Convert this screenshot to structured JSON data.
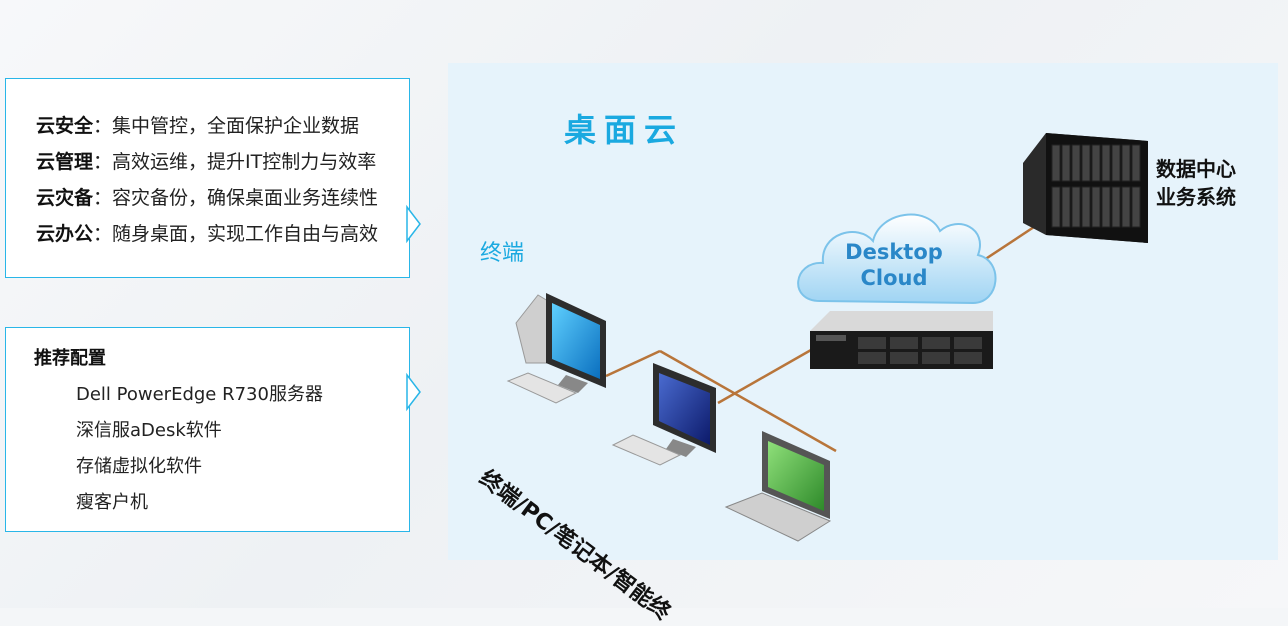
{
  "benefits": [
    {
      "term": "云安全",
      "desc": "：集中管控，全面保护企业数据"
    },
    {
      "term": "云管理",
      "desc": "：高效运维，提升IT控制力与效率"
    },
    {
      "term": "云灾备",
      "desc": "：容灾备份，确保桌面业务连续性"
    },
    {
      "term": "云办公",
      "desc": "：随身桌面，实现工作自由与高效"
    }
  ],
  "config": {
    "title": "推荐配置",
    "items": [
      "Dell PowerEdge R730服务器",
      "深信服aDesk软件",
      "存储虚拟化软件",
      "瘦客户机"
    ]
  },
  "diagram": {
    "title": "桌面云",
    "terminal_heading": "终端",
    "cloud_line1": "Desktop",
    "cloud_line2": "Cloud",
    "datacenter_line1": "数据中心",
    "datacenter_line2": "业务系统",
    "endpoints_label": "终端/PC/笔记本/智能终",
    "colors": {
      "accent": "#1aa9e0",
      "panel_border": "#29b6e8",
      "link": "#b8753a",
      "bg": "#e6f3fb"
    }
  }
}
